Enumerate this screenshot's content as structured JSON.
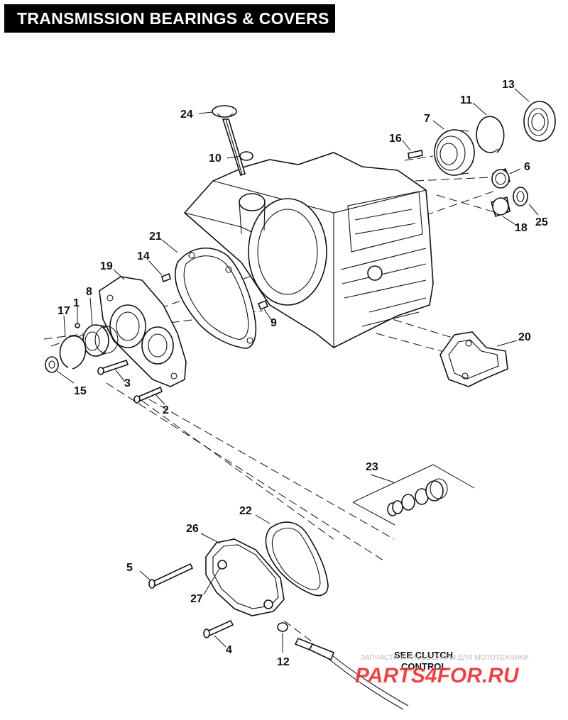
{
  "title": "TRANSMISSION BEARINGS & COVERS",
  "callouts": [
    "24",
    "10",
    "16",
    "7",
    "11",
    "13",
    "6",
    "25",
    "18",
    "21",
    "14",
    "19",
    "8",
    "1",
    "17",
    "15",
    "3",
    "2",
    "9",
    "20",
    "23",
    "22",
    "26",
    "5",
    "27",
    "4",
    "12"
  ],
  "note": {
    "line1": "SEE CLUTCH",
    "line2": "CONTROL"
  },
  "watermark": {
    "tagline": "ЗАПЧАСТИ И АКСЕССУАРЫ ДЛЯ МОТОТЕХНИКИ",
    "brand": "PARTS4FOR.RU"
  },
  "colors": {
    "ink": "#111111",
    "watermark_red": "#e31e24",
    "title_bg": "#000000"
  }
}
